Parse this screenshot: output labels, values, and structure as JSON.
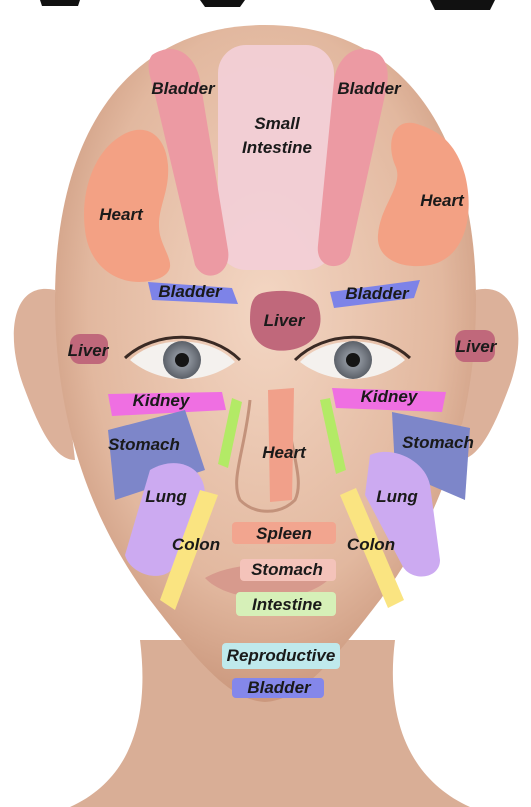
{
  "title_fragment": "",
  "labels": {
    "bladder_forehead_left": "Bladder",
    "bladder_forehead_right": "Bladder",
    "small_intestine_1": "Small",
    "small_intestine_2": "Intestine",
    "heart_forehead_left": "Heart",
    "heart_forehead_right": "Heart",
    "bladder_brow_left": "Bladder",
    "bladder_brow_right": "Bladder",
    "liver_center": "Liver",
    "liver_left": "Liver",
    "liver_right": "Liver",
    "kidney_left": "Kidney",
    "kidney_right": "Kidney",
    "stomach_left": "Stomach",
    "stomach_right": "Stomach",
    "heart_nose": "Heart",
    "lung_left": "Lung",
    "lung_right": "Lung",
    "colon_left": "Colon",
    "colon_right": "Colon",
    "spleen": "Spleen",
    "stomach_lip": "Stomach",
    "intestine": "Intestine",
    "reproductive": "Reproductive",
    "bladder_chin": "Bladder"
  },
  "colors": {
    "bladder_pink": "#ec9aa3",
    "small_intestine": "#f2cfd6",
    "heart_salmon": "#f3a184",
    "bladder_blue": "#7d83e8",
    "liver": "#c0687b",
    "kidney": "#ef6fe2",
    "stomach": "#7d86c9",
    "heart_nose": "#f1a08a",
    "lime": "#b3ea66",
    "lung": "#ccaaf1",
    "colon": "#fae481",
    "spleen": "#f2a58f",
    "stomach_lip": "#f4c3ba",
    "intestine": "#d6f0b8",
    "reproductive": "#bfe9ec",
    "bladder_chin": "#8487ea",
    "skin": "#e8c2ab",
    "skin_shadow": "#c99a82"
  }
}
